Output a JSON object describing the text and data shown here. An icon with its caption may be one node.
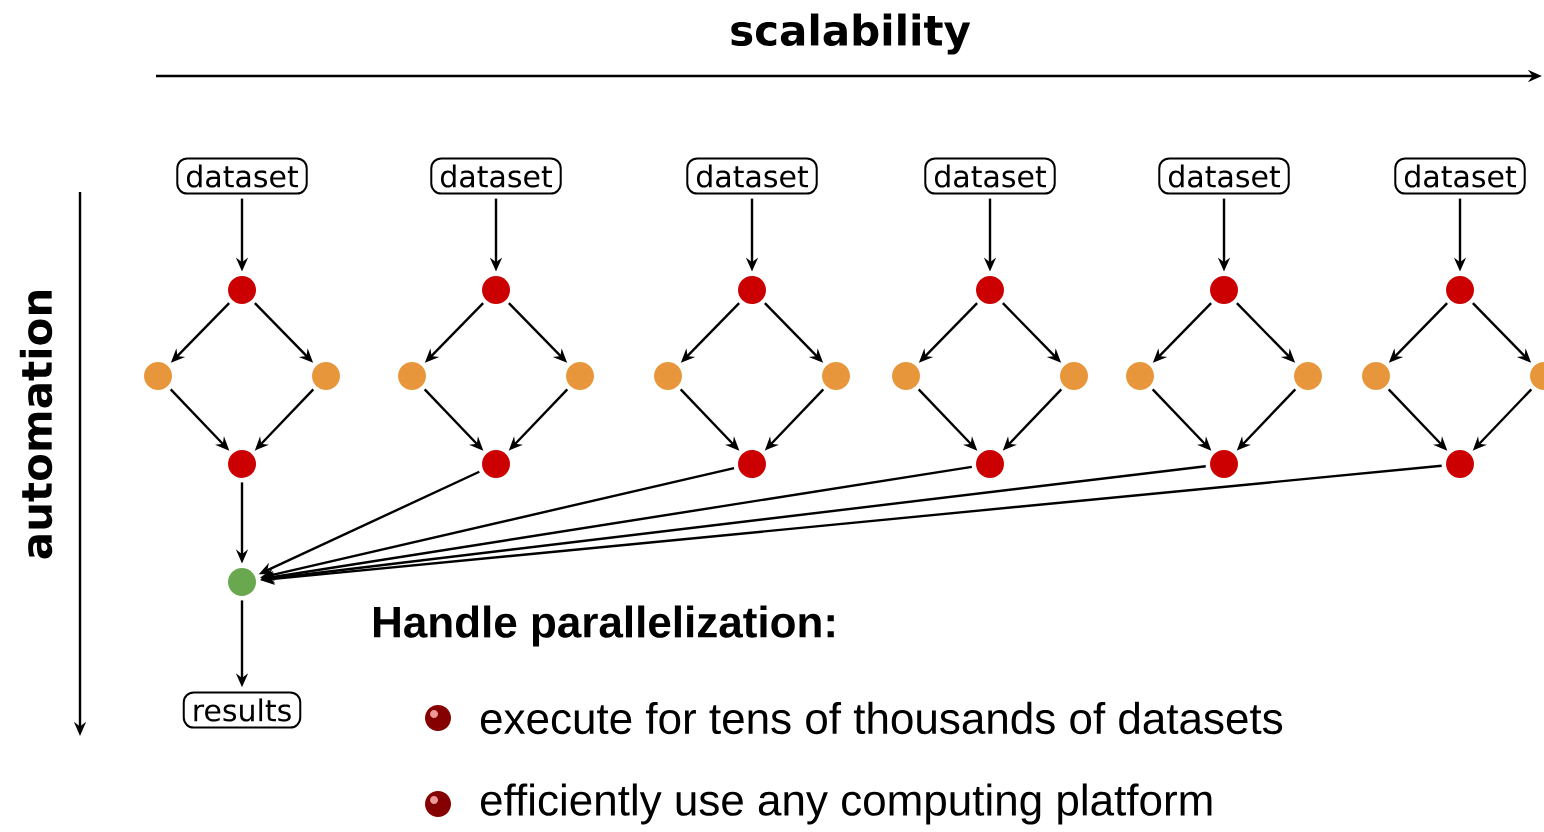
{
  "diagram": {
    "nodes": [
      {
        "text": [
          "dataset"
        ]
      },
      {
        "text": [],
        "shape": "circle"
      },
      {
        "text": [],
        "shape": "circle"
      },
      {
        "text": [],
        "shape": "circle"
      },
      {
        "text": [],
        "shape": "circle"
      },
      {
        "text": [
          "dataset"
        ]
      },
      {
        "text": [],
        "shape": "circle"
      },
      {
        "text": [],
        "shape": "circle"
      },
      {
        "text": [],
        "shape": "circle"
      },
      {
        "text": [],
        "shape": "circle"
      },
      {
        "text": [
          "dataset"
        ]
      },
      {
        "text": [],
        "shape": "circle"
      },
      {
        "text": [],
        "shape": "circle"
      },
      {
        "text": [],
        "shape": "circle"
      },
      {
        "text": [],
        "shape": "circle"
      },
      {
        "text": [
          "dataset"
        ]
      },
      {
        "text": [],
        "shape": "circle"
      },
      {
        "text": [],
        "shape": "circle"
      },
      {
        "text": [],
        "shape": "circle"
      },
      {
        "text": [],
        "shape": "circle"
      },
      {
        "text": [
          "dataset"
        ]
      },
      {
        "text": [],
        "shape": "circle"
      },
      {
        "text": [],
        "shape": "circle"
      },
      {
        "text": [],
        "shape": "circle"
      },
      {
        "text": [],
        "shape": "circle"
      },
      {
        "text": [
          "dataset"
        ]
      },
      {
        "text": [],
        "shape": "circle"
      },
      {
        "text": [],
        "shape": "circle"
      },
      {
        "text": [],
        "shape": "circle"
      },
      {
        "text": [],
        "shape": "circle"
      },
      {
        "text": [],
        "shape": "circle"
      },
      {
        "text": [
          "results"
        ]
      }
    ],
    "edges": [
      {
        "from": 0,
        "to": 1,
        "arrow": "to"
      },
      {
        "from": 1,
        "to": 2,
        "arrow": "to"
      },
      {
        "from": 1,
        "to": 3,
        "arrow": "to"
      },
      {
        "from": 2,
        "to": 4,
        "arrow": "to"
      },
      {
        "from": 3,
        "to": 4,
        "arrow": "to"
      },
      {
        "from": 5,
        "to": 6,
        "arrow": "to"
      },
      {
        "from": 6,
        "to": 7,
        "arrow": "to"
      },
      {
        "from": 6,
        "to": 8,
        "arrow": "to"
      },
      {
        "from": 7,
        "to": 9,
        "arrow": "to"
      },
      {
        "from": 8,
        "to": 9,
        "arrow": "to"
      },
      {
        "from": 10,
        "to": 11,
        "arrow": "to"
      },
      {
        "from": 11,
        "to": 12,
        "arrow": "to"
      },
      {
        "from": 11,
        "to": 13,
        "arrow": "to"
      },
      {
        "from": 12,
        "to": 14,
        "arrow": "to"
      },
      {
        "from": 13,
        "to": 14,
        "arrow": "to"
      },
      {
        "from": 15,
        "to": 16,
        "arrow": "to"
      },
      {
        "from": 16,
        "to": 17,
        "arrow": "to"
      },
      {
        "from": 16,
        "to": 18,
        "arrow": "to"
      },
      {
        "from": 17,
        "to": 19,
        "arrow": "to"
      },
      {
        "from": 18,
        "to": 19,
        "arrow": "to"
      },
      {
        "from": 20,
        "to": 21,
        "arrow": "to"
      },
      {
        "from": 21,
        "to": 22,
        "arrow": "to"
      },
      {
        "from": 21,
        "to": 23,
        "arrow": "to"
      },
      {
        "from": 22,
        "to": 24,
        "arrow": "to"
      },
      {
        "from": 23,
        "to": 24,
        "arrow": "to"
      },
      {
        "from": 25,
        "to": 26,
        "arrow": "to"
      },
      {
        "from": 26,
        "to": 27,
        "arrow": "to"
      },
      {
        "from": 26,
        "to": 28,
        "arrow": "to"
      },
      {
        "from": 27,
        "to": 29,
        "arrow": "to"
      },
      {
        "from": 28,
        "to": 29,
        "arrow": "to"
      },
      {
        "from": 4,
        "to": 30,
        "arrow": "to"
      },
      {
        "from": 9,
        "to": 30,
        "arrow": "to"
      },
      {
        "from": 14,
        "to": 30,
        "arrow": "to"
      },
      {
        "from": 19,
        "to": 30,
        "arrow": "to"
      },
      {
        "from": 24,
        "to": 30,
        "arrow": "to"
      },
      {
        "from": 29,
        "to": 30,
        "arrow": "to"
      },
      {
        "from": 30,
        "to": 31,
        "arrow": "to"
      }
    ],
    "labels": [
      "scalability",
      "automation",
      "Handle parallelization:",
      "execute for tens of thousands of datasets",
      "efficiently use any computing platform"
    ]
  }
}
